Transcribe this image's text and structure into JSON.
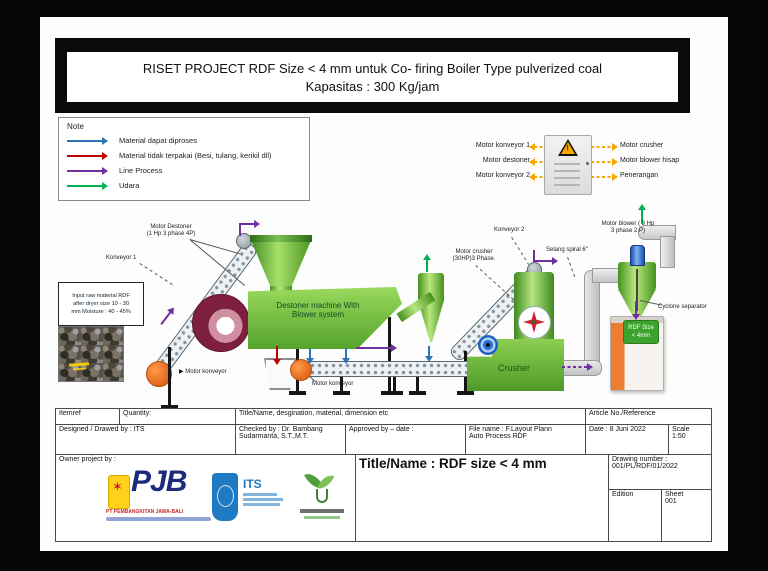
{
  "title": {
    "line1": "RISET PROJECT RDF Size  < 4 mm untuk Co- firing Boiler Type pulverized coal",
    "line2": "Kapasitas : 300 Kg/jam"
  },
  "note": {
    "heading": "Note",
    "items": [
      {
        "label": "Material dapat diproses",
        "color": "#2e74b5"
      },
      {
        "label": "Material tidak terpakai (Besi, tulang, kerikil dll)",
        "color": "#c00000"
      },
      {
        "label": "Line Process",
        "color": "#7030a0"
      },
      {
        "label": "Udara",
        "color": "#00b050"
      }
    ]
  },
  "electrical": {
    "arrow_color": "#f5a800",
    "left": [
      "Motor konveyor 1",
      "Motor destoner",
      "Motor konveyor 2"
    ],
    "right": [
      "Motor crusher",
      "Motor blower hisap",
      "Penerangan"
    ]
  },
  "diagram": {
    "input_box": {
      "line1": "Input raw material RDF",
      "line2": "after dryer size 10 - 30",
      "line3": "mm Moisture : 40 - 45%"
    },
    "labels": {
      "konveyor1": "Konveyor 1",
      "motor_destoner_1": "Motor Destoner",
      "motor_destoner_2": "(1 Hp 3 phase 4P)",
      "motor_konveyor_1": "Motor konveyor",
      "motor_konveyor_2": "Motor konveyor",
      "destoner_1": "Destoner machine With",
      "destoner_2": "Blower system",
      "konveyor2": "Konveyor 2",
      "motor_crusher_1": "Motor crusher",
      "motor_crusher_2": "(30HP)3 Phase.",
      "selang_spiral": "Selang spiral 6\"",
      "crusher": "Crusher",
      "motor_blower_1": "Motor blower ( 3 Hp",
      "motor_blower_2": "3 phase 2 P)",
      "cyclone": "Cyclone separator",
      "rdf_label_1": "RDF Size",
      "rdf_label_2": "< 4mm"
    }
  },
  "titleblock": {
    "itemref": "Itemref",
    "quantity": "Quantity:",
    "desc": "Title/Name, desgination, material, dimension etc",
    "article": "Article No./Reference",
    "designed": "Designed / Drawed by : ITS",
    "checked_1": "Checked by : Dr. Bambang",
    "checked_2": "Sudarmanta, S.T.,M.T.",
    "approved": "Approved by – date :",
    "file_1": "File name : F.Layout Plann",
    "file_2": "Auto Process RDF",
    "date": "Date : 8 Juni 2022",
    "scale_label": "Scale",
    "scale_value": "1:50",
    "owner": "Owner project by :",
    "title_name": "Title/Name : RDF size < 4 mm",
    "drawing_label": "Drawing number :",
    "drawing_value": "001/PL/RDF/01/2022",
    "edition": "Edition",
    "sheet_label": "Sheet",
    "sheet_value": "001"
  },
  "logos": {
    "pjb": "PJB",
    "pjb_sub": "PT PEMBANGKITAN JAWA-BALI",
    "its": "ITS"
  }
}
